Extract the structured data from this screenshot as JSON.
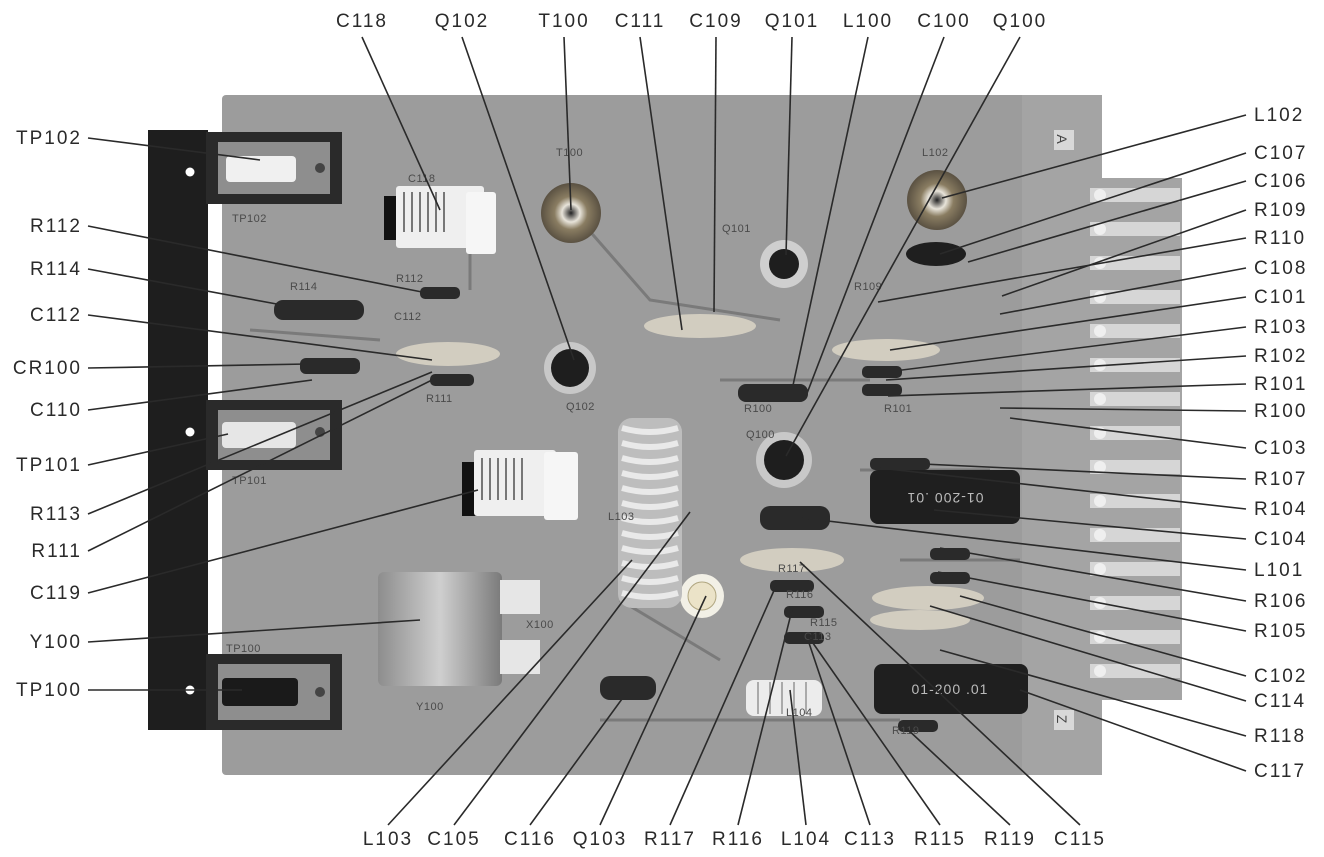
{
  "labels": {
    "top": [
      "C118",
      "Q102",
      "T100",
      "C111",
      "C109",
      "Q101",
      "L100",
      "C100",
      "Q100"
    ],
    "left": [
      "TP102",
      "R112",
      "R114",
      "C112",
      "CR100",
      "C110",
      "TP101",
      "R113",
      "R111",
      "C119",
      "Y100",
      "TP100"
    ],
    "right": [
      "L102",
      "C107",
      "C106",
      "R109",
      "R110",
      "C108",
      "C101",
      "R103",
      "R102",
      "R101",
      "R100",
      "C103",
      "R107",
      "R104",
      "C104",
      "L101",
      "R106",
      "R105",
      "C102",
      "C114",
      "R118",
      "C117"
    ],
    "bottom": [
      "L103",
      "C105",
      "C116",
      "Q103",
      "R117",
      "R116",
      "L104",
      "C113",
      "R115",
      "R119",
      "C115"
    ]
  },
  "board": {
    "silkscreen": [
      "T100",
      "L102",
      "Q101",
      "C118",
      "TP102",
      "R112",
      "C112",
      "R114",
      "R109",
      "Q102",
      "R100",
      "R101",
      "R111",
      "TP101",
      "Q100",
      "L103",
      "X100",
      "Y100",
      "TP100",
      "R117",
      "R116",
      "L104",
      "C113",
      "R115",
      "R119"
    ],
    "edge_marks": [
      "A",
      "Z"
    ],
    "capacitor_markings": [
      "01-200 .01",
      "01-200 .01"
    ]
  }
}
